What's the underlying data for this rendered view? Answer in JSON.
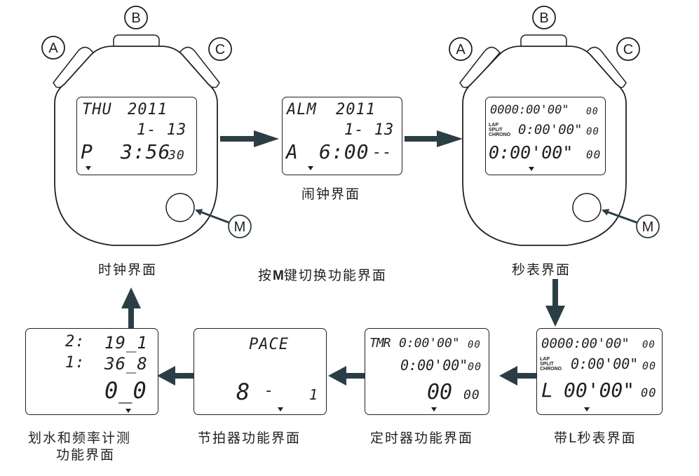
{
  "colors": {
    "arrow": "#2c3e45",
    "outline": "#231f20"
  },
  "buttons": {
    "a": "A",
    "b": "B",
    "c": "C",
    "m": "M"
  },
  "captions": {
    "clock": "时钟界面",
    "alarm": "闹钟界面",
    "stopwatch": "秒表界面",
    "switch_hint_prefix": "按",
    "switch_hint_key": "M",
    "switch_hint_suffix": "键切换功能界面",
    "lap_stopwatch": "带L秒表界面",
    "timer": "定时器功能界面",
    "metronome": "节拍器功能界面",
    "stroke_line1": "划水和频率计测",
    "stroke_line2": "功能界面"
  },
  "screens": {
    "clock": {
      "day": "THU",
      "year": "2011",
      "date": "1- 13",
      "ampm": "P",
      "time": "3:56",
      "seconds": "30"
    },
    "alarm": {
      "label": "ALM",
      "year": "2011",
      "date": "1- 13",
      "mode": "A",
      "time": "6:00",
      "suffix": "--"
    },
    "stopwatch": {
      "row1": "0000:00'00\"",
      "row1_small": "00",
      "labels": [
        "LAP",
        "SPLIT",
        "CHRONO"
      ],
      "row2": "0:00'00\"",
      "row2_small": "00",
      "row3": "0:00'00\"",
      "row3_small": "00"
    },
    "lap_stopwatch": {
      "row1": "0000:00'00\"",
      "row1_small": "00",
      "labels": [
        "LAP",
        "SPLIT",
        "CHRONO"
      ],
      "row2": "0:00'00\"",
      "row2_small": "00",
      "prefix": "L",
      "row3": "00'00\"",
      "row3_small": "00"
    },
    "timer": {
      "label": "TMR",
      "row1": "0:00'00\"",
      "row1_small": "00",
      "row2": "0:00'00\"",
      "row2_small": "00",
      "row3": "00",
      "row3_small": "00"
    },
    "metronome": {
      "label": "PACE",
      "value": "8",
      "dash": "-",
      "beat": "1"
    },
    "stroke": {
      "row1_label": "2:",
      "row1_value": "19_1",
      "row2_label": "1:",
      "row2_value": "36_8",
      "row3_value": "0_0"
    }
  }
}
